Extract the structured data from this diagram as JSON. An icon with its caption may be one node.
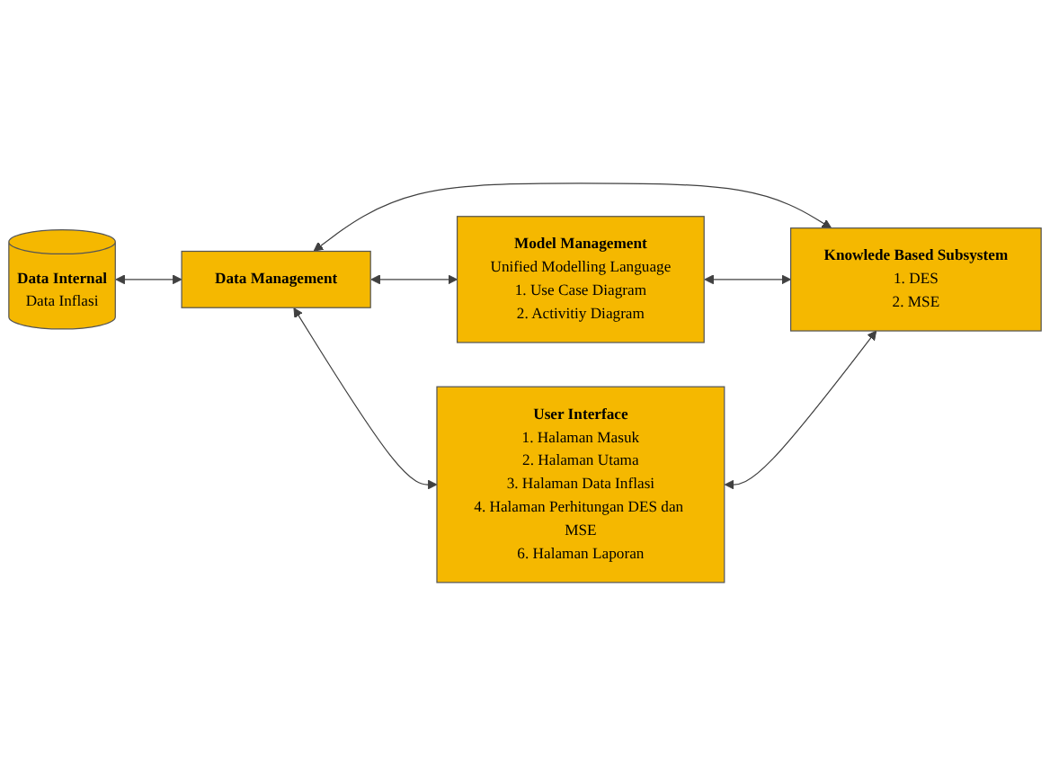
{
  "diagram": {
    "nodes": [
      {
        "text": [
          "Data Internal",
          "Data Inflasi"
        ]
      },
      {
        "text": [
          "Data Management"
        ]
      },
      {
        "text": [
          "Model Management",
          "Unified Modelling Language",
          "1. Use Case Diagram",
          "2. Activitiy Diagram"
        ]
      },
      {
        "text": [
          "User Interface",
          "1. Halaman Masuk",
          "2. Halaman Utama",
          "3. Halaman Data Inflasi",
          "4. Halaman Perhitungan DES dan MSE",
          "6. Halaman Laporan"
        ]
      },
      {
        "text": [
          "Knowlede Based Subsystem",
          "1. DES",
          "2. MSE"
        ]
      }
    ],
    "edges": [
      {
        "from": 0,
        "to": 1,
        "arrow": "both"
      },
      {
        "from": 1,
        "to": 2,
        "arrow": "both"
      },
      {
        "from": 1,
        "to": 3,
        "arrow": "both"
      },
      {
        "from": 1,
        "to": 4,
        "arrow": "both"
      },
      {
        "from": 2,
        "to": 4,
        "arrow": "both"
      },
      {
        "from": 3,
        "to": 4,
        "arrow": "both"
      }
    ]
  }
}
